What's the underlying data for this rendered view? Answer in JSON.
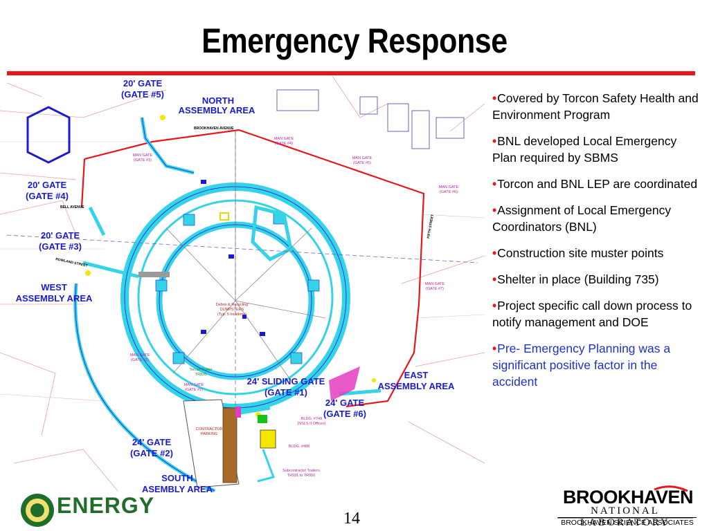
{
  "slide": {
    "title": "Emergency Response",
    "page_number": "14",
    "accent_color": "#e8151b",
    "link_color": "#1f31c9"
  },
  "bullets": [
    {
      "text": "Covered by Torcon Safety Health and Environment Program",
      "color": "black"
    },
    {
      "text": "BNL developed Local Emergency Plan required by SBMS",
      "color": "black"
    },
    {
      "text": "Torcon and BNL LEP are coordinated",
      "color": "black"
    },
    {
      "text": "Assignment of Local Emergency Coordinators (BNL)",
      "color": "black"
    },
    {
      "text": "Construction site muster points",
      "color": "black"
    },
    {
      "text": "Shelter in place (Building 735)",
      "color": "black"
    },
    {
      "text": "Project specific call down process to notify management and DOE",
      "color": "black"
    },
    {
      "text": "Pre- Emergency Planning  was a significant positive factor in the accident",
      "color": "blue"
    }
  ],
  "map": {
    "gates": {
      "gate5": [
        "20' GATE",
        "(GATE #5)"
      ],
      "gate4": [
        "20' GATE",
        "(GATE #4)"
      ],
      "gate3": [
        "20' GATE",
        "(GATE #3)"
      ],
      "gate1": [
        "24' SLIDING GATE",
        "(GATE #1)"
      ],
      "gate6": [
        "24' GATE",
        "(GATE #6)"
      ],
      "gate2": [
        "24' GATE",
        "(GATE #2)"
      ]
    },
    "assembly": {
      "north": [
        "NORTH",
        "ASSEMBLY AREA"
      ],
      "west": [
        "WEST",
        "ASSEMBLY AREA"
      ],
      "east": [
        "EAST",
        "ASSEMBLY AREA"
      ],
      "south": [
        "SOUTH",
        "ASEMBLY AREA"
      ]
    },
    "man_gates": {
      "g3": [
        "MAN GATE",
        "(GATE #3)"
      ],
      "g4": [
        "MAN GATE",
        "(GATE #4)"
      ],
      "g5": [
        "MAN GATE",
        "(GATE #5)"
      ],
      "g6": [
        "MAN GATE",
        "(GATE #6)"
      ],
      "g7": [
        "MAN GATE",
        "(GATE #7)"
      ],
      "g2": [
        "MAN GATE",
        "(GATE #2)"
      ],
      "g1": [
        "MAN GATE",
        "(GATE #1)"
      ]
    },
    "streets": {
      "brookhaven": "BROOKHAVEN AVENUE",
      "bell": "BELL AVENUE",
      "rowland": "ROWLAND STREET",
      "fifth": "FIFTH STREET"
    },
    "small": {
      "debris": [
        "Debris & Recycling",
        "DUMPSTERS",
        "(Typ. 5 locations)"
      ],
      "torcon_trailer": [
        "Torcon Trailer",
        "TR820"
      ],
      "contractor_parking": [
        "CONTRACTOR",
        "PARKING"
      ],
      "bldg749": [
        "BLDG. #749",
        "(NSLS II Offices)"
      ],
      "bldg488": "BLDG. #488",
      "sub_trailers": [
        "Subcontractor Trailers",
        "TR931 to TR950"
      ]
    }
  },
  "footer": {
    "energy": "ENERGY",
    "bnl_name": "BROOKHAVEN",
    "bnl_lab": "NATIONAL LABORATORY",
    "bnl_assoc": "BROOKHAVEN SCIENCE ASSOCIATES"
  }
}
